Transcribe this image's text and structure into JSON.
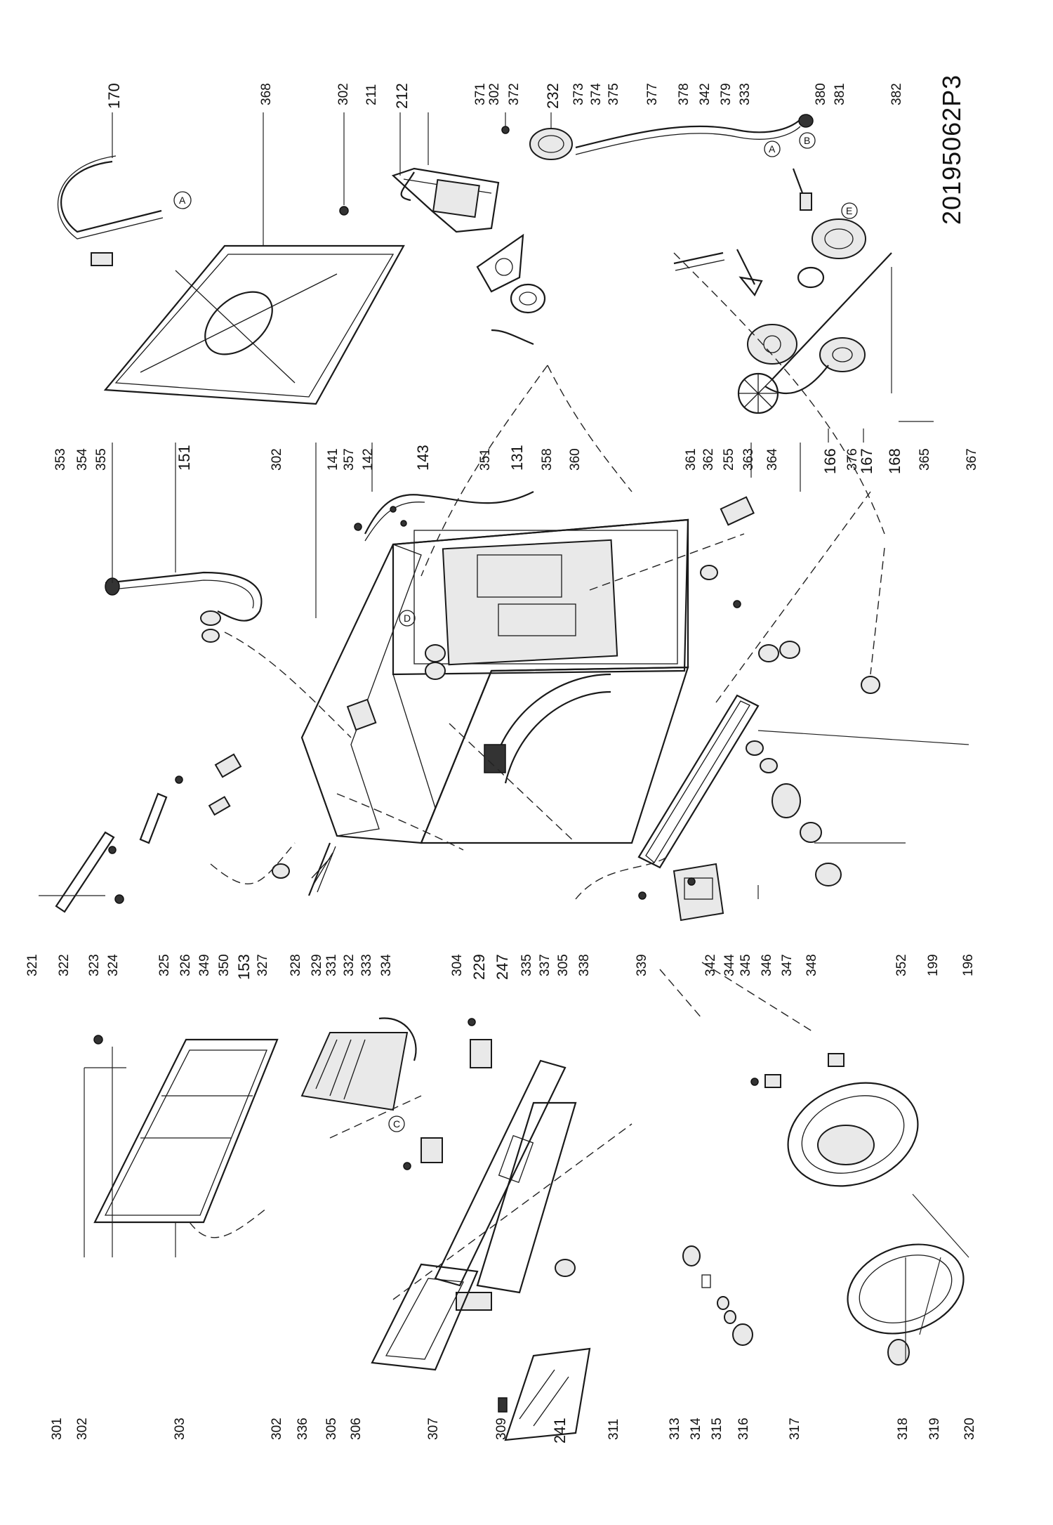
{
  "document_code": "20195062P3",
  "left_labels": [
    "301",
    "302",
    "303",
    "302",
    "336",
    "305",
    "306",
    "307",
    "309",
    "241",
    "311",
    "313",
    "314",
    "315",
    "316",
    "317",
    "318",
    "319",
    "320"
  ],
  "upper_left_labels": [
    "321",
    "322",
    "323",
    "324",
    "325",
    "326",
    "349",
    "350",
    "153"
  ],
  "middle_labels": [
    "327",
    "328",
    "329",
    "331",
    "332",
    "333",
    "334",
    "304",
    "229",
    "247",
    "335",
    "337",
    "305",
    "338",
    "339",
    "342",
    "344",
    "345",
    "346",
    "347",
    "348",
    "352",
    "199",
    "196"
  ],
  "right_labels": [
    "353",
    "354",
    "355",
    "151",
    "302",
    "141",
    "357",
    "142",
    "143",
    "351",
    "131",
    "358",
    "360",
    "361",
    "362",
    "255",
    "363",
    "364",
    "166",
    "376",
    "167",
    "168",
    "365",
    "367"
  ],
  "top_labels": [
    "170",
    "368",
    "302",
    "211",
    "212",
    "371",
    "302",
    "372",
    "232",
    "373",
    "374",
    "375",
    "377",
    "378",
    "342",
    "379",
    "333",
    "380",
    "381",
    "382"
  ],
  "callouts": [
    "A",
    "A",
    "B",
    "C",
    "D",
    "E"
  ]
}
